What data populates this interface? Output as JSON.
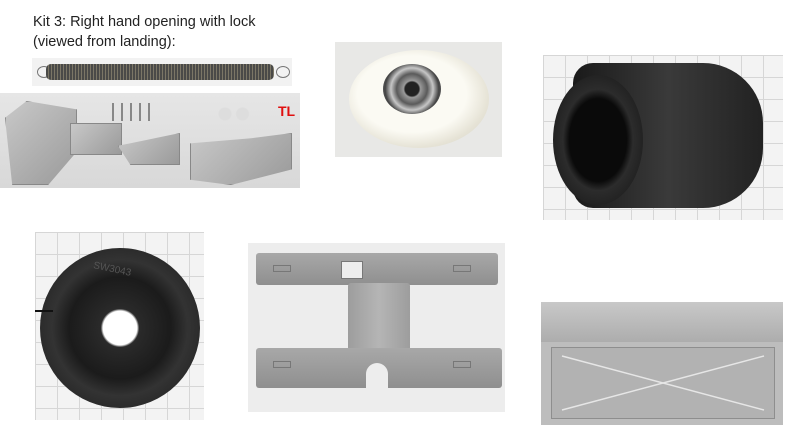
{
  "caption": "Kit 3: Right hand opening with lock (viewed from landing):",
  "photos": {
    "spring": "spring",
    "kit_parts": {
      "label": "TL"
    },
    "pulley": "pulley-wheel",
    "cylinder": "black-cylinder",
    "black_wheel": {
      "marking": "SW3043"
    },
    "slider": "grey-slider",
    "box": "grey-box"
  }
}
